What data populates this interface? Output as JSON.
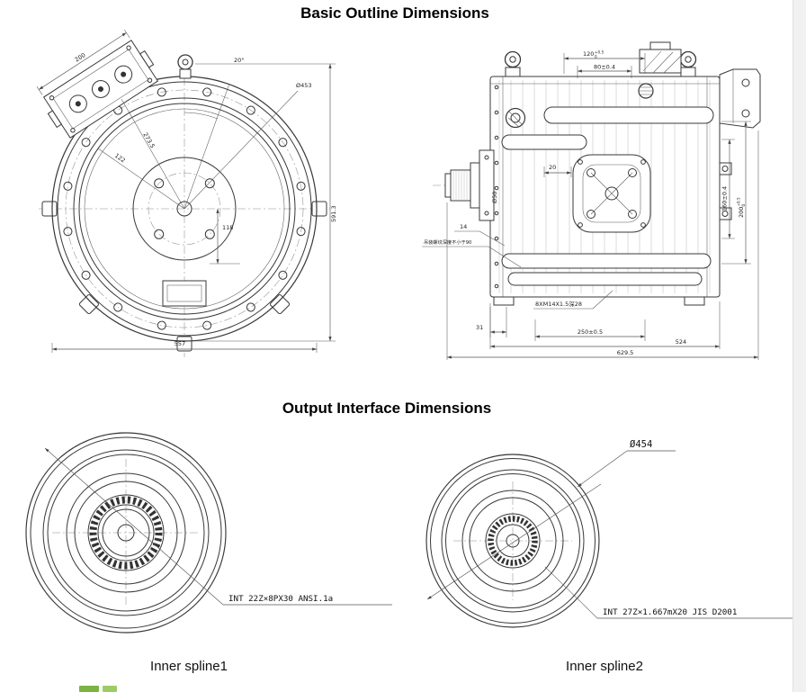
{
  "page": {
    "section1_title": "Basic Outline Dimensions",
    "section2_title": "Output Interface Dimensions"
  },
  "front_view": {
    "dim_box_width": "200",
    "dim_angle": "20°",
    "dim_bolt_circle": "Ø453",
    "dim_radius1": "273.5",
    "dim_radius2": "122",
    "dim_center": "118",
    "dim_width": "557",
    "dim_height": "591.3"
  },
  "side_view": {
    "dim_120_main": "120",
    "dim_120_tol_top": "+0.5",
    "dim_120_tol_bot": "0",
    "dim_80": "80±0.4",
    "dim_20": "20",
    "dim_shaft_dia": "Ø50",
    "dim_160": "160±0.4",
    "dim_200_main": "200",
    "dim_200_tol_top": "+0.5",
    "dim_200_tol_bot": "0",
    "label_14": "14",
    "note_thread": "吊装螺纹深度不小于90",
    "note_tapped_holes": "8XM14X1.5深28",
    "dim_31": "31",
    "dim_250": "250±0.5",
    "dim_524": "524",
    "dim_629": "629.5"
  },
  "spline1": {
    "label": "INT 22Z×8PX30 ANSI.1a",
    "caption": "Inner spline1"
  },
  "spline2": {
    "dim_outer": "Ø454",
    "label": "INT 27Z×1.667mX20 JIS D2001",
    "caption": "Inner spline2"
  }
}
